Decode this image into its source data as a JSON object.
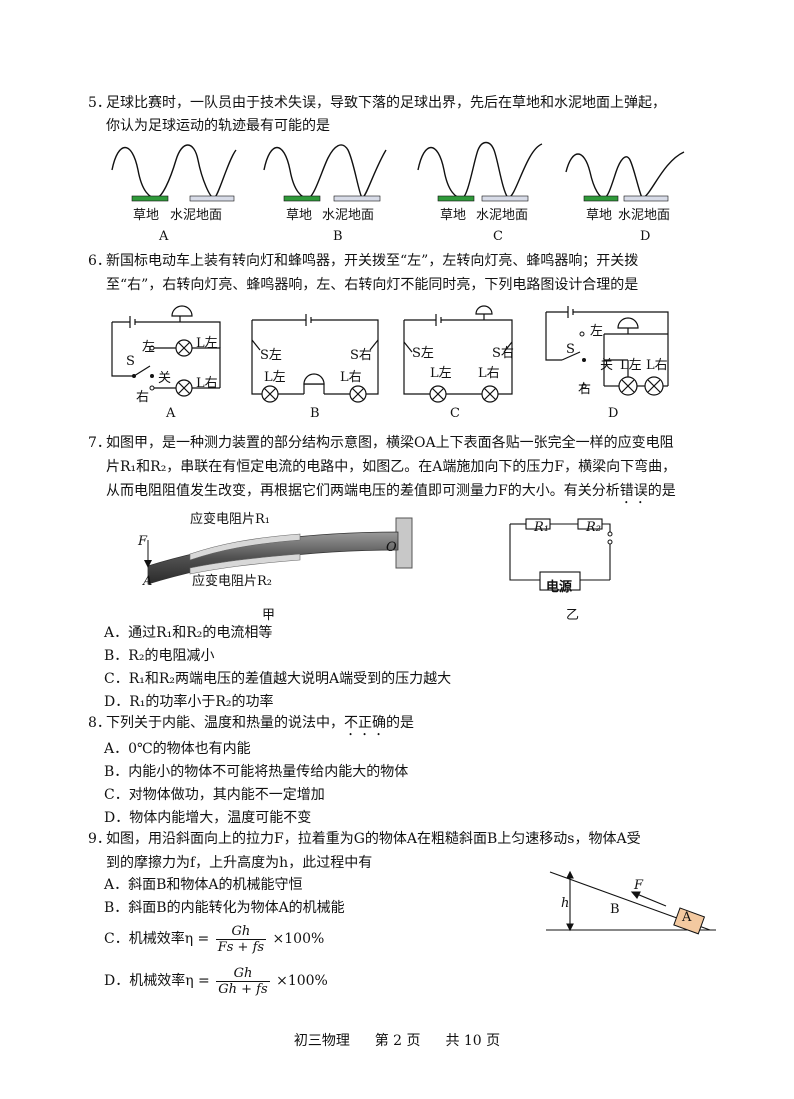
{
  "q5": {
    "num": "5．",
    "line1": "足球比赛时，一队员由于技术失误，导致下落的足球出界，先后在草地和水泥地面上弹起，",
    "line2": "你认为足球运动的轨迹最有可能的是",
    "grass": "草地",
    "cement": "水泥地面",
    "labels": [
      "A",
      "B",
      "C",
      "D"
    ]
  },
  "q6": {
    "num": "6．",
    "line1": "新国标电动车上装有转向灯和蜂鸣器，开关拨至“左”，左转向灯亮、蜂鸣器响；开关拨",
    "line2": "至“右”，右转向灯亮、蜂鸣器响，左、右转向灯不能同时亮，下列电路图设计合理的是",
    "left": "左",
    "right": "右",
    "off": "关",
    "s": "S",
    "l_left": "L左",
    "l_right": "L右",
    "s_left": "S左",
    "s_right": "S右",
    "labels": [
      "A",
      "B",
      "C",
      "D"
    ]
  },
  "q7": {
    "num": "7．",
    "line1": "如图甲，是一种测力装置的部分结构示意图，横梁OA上下表面各贴一张完全一样的应变电阻",
    "line2": "片R₁和R₂，串联在有恒定电流的电路中，如图乙。在A端施加向下的压力F，横梁向下弯曲，",
    "line3a": "从而电阻阻值发生改变，再根据它们两端电压的差值即可测量力F的大小。有关分析",
    "line3b": "错误",
    "line3c": "的是",
    "fig_r1": "应变电阻片R₁",
    "fig_r2": "应变电阻片R₂",
    "fig_f": "F",
    "fig_a": "A",
    "fig_o": "O",
    "fig_jia": "甲",
    "fig_yi": "乙",
    "r1": "R₁",
    "r2": "R₂",
    "power": "电源",
    "optA": "A．通过R₁和R₂的电流相等",
    "optB": "B．R₂的电阻减小",
    "optC": "C．R₁和R₂两端电压的差值越大说明A端受到的压力越大",
    "optD": "D．R₁的功率小于R₂的功率"
  },
  "q8": {
    "num": "8．",
    "stem_a": "下列关于内能、温度和热量的说法中，",
    "stem_b": "不正确",
    "stem_c": "的是",
    "optA": "A．0℃的物体也有内能",
    "optB": "B．内能小的物体不可能将热量传给内能大的物体",
    "optC": "C．对物体做功，其内能不一定增加",
    "optD": "D．物体内能增大，温度可能不变"
  },
  "q9": {
    "num": "9．",
    "line1": "如图，用沿斜面向上的拉力F，拉着重为G的物体A在粗糙斜面B上匀速移动s，物体A受",
    "line2": "到的摩擦力为f，上升高度为h，此过程中有",
    "optA": "A．斜面B和物体A的机械能守恒",
    "optB": "B．斜面B的内能转化为物体A的机械能",
    "optC_pre": "C．机械效率η =",
    "optC_num": "Gh",
    "optC_den": "Fs + fs",
    "optC_post": "×100%",
    "optD_pre": "D．机械效率η =",
    "optD_num": "Gh",
    "optD_den": "Gh + fs",
    "optD_post": "×100%",
    "fig_f": "F",
    "fig_h": "h",
    "fig_b": "B",
    "fig_a": "A"
  },
  "footer": {
    "subject": "初三物理",
    "page": "第 2 页",
    "total": "共 10 页"
  }
}
